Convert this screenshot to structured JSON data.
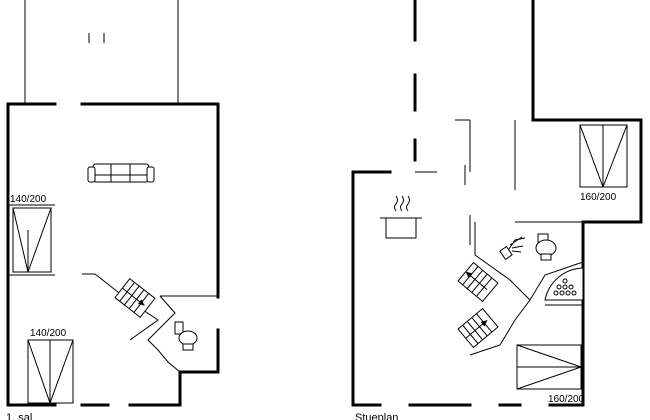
{
  "floors": [
    {
      "title": "1. sal",
      "rooms": [
        {
          "kind": "bed",
          "size_label": "140/200"
        },
        {
          "kind": "bed",
          "size_label": "140/200"
        },
        {
          "kind": "sofa"
        },
        {
          "kind": "stairs"
        },
        {
          "kind": "toilet"
        }
      ]
    },
    {
      "title": "Stueplan",
      "rooms": [
        {
          "kind": "bed",
          "size_label": "160/200"
        },
        {
          "kind": "bed",
          "size_label": "160/200"
        },
        {
          "kind": "stove"
        },
        {
          "kind": "shower"
        },
        {
          "kind": "toilet"
        },
        {
          "kind": "whirlpool"
        },
        {
          "kind": "stairs"
        },
        {
          "kind": "stairs"
        }
      ]
    }
  ]
}
